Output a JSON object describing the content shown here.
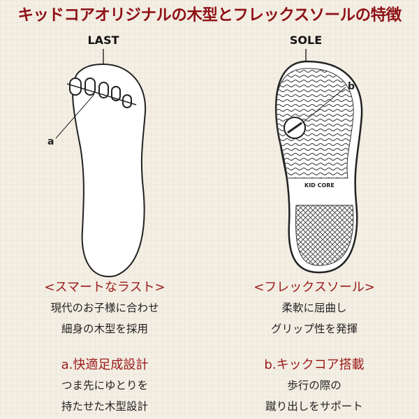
{
  "title": "キッドコアオリジナルの木型とフレックスソールの特徴",
  "diagram": {
    "last_label": "LAST",
    "sole_label": "SOLE",
    "marker_a": "a",
    "marker_b": "b",
    "sole_brand": "KID CORE"
  },
  "features": [
    {
      "heading": "<スマートなラスト>",
      "lines": [
        "現代のお子様に合わせ",
        "細身の木型を採用"
      ]
    },
    {
      "heading": "<フレックスソール>",
      "lines": [
        "柔軟に屈曲し",
        "グリップ性を発揮"
      ]
    },
    {
      "heading": "a.快適足成設計",
      "lines": [
        "つま先にゆとりを",
        "持たせた木型設計"
      ]
    },
    {
      "heading": "b.キックコア搭載",
      "lines": [
        "歩行の際の",
        "蹴り出しをサポート"
      ]
    }
  ],
  "colors": {
    "accent": "#8e1016",
    "background": "#f4efe4"
  }
}
